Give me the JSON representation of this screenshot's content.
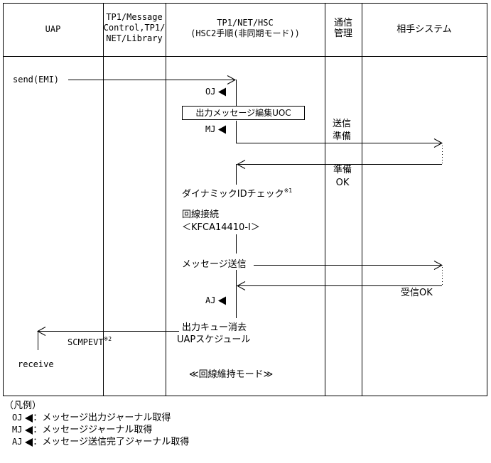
{
  "columns": {
    "uap": "UAP",
    "message_control": [
      "TP1/Message",
      "Control,TP1/",
      "NET/Library"
    ],
    "net_hsc": [
      "TP1/NET/HSC",
      "(HSC2手順(非同期モード))"
    ],
    "comm_mgmt": [
      "通信",
      "管理"
    ],
    "partner": "相手システム"
  },
  "flow": {
    "send_emi": "send(EMI)",
    "oj": "OJ",
    "uoc": "出力メッセージ編集UOC",
    "mj": "MJ",
    "send_prep": [
      "送信",
      "準備"
    ],
    "prep_ok": [
      "準備",
      "OK"
    ],
    "dyn_id_check": "ダイナミックIDチェック",
    "note1": "※1",
    "line_connect": "回線接続",
    "kfca_msg": "＜KFCA14410-I＞",
    "msg_send": "メッセージ送信",
    "recv_ok": "受信OK",
    "aj": "AJ",
    "out_queue_clear": "出力キュー消去",
    "uap_schedule": "UAPスケジュール",
    "scmpevt": "SCMPEVT",
    "note2": "※2",
    "receive": "receive",
    "line_keep": "≪回線維持モード≫"
  },
  "legend": {
    "title": "（凡例）",
    "items": [
      {
        "code": "OJ",
        "text": "：メッセージ出力ジャーナル取得"
      },
      {
        "code": "MJ",
        "text": "：メッセージジャーナル取得"
      },
      {
        "code": "AJ",
        "text": "：メッセージ送信完了ジャーナル取得"
      }
    ]
  }
}
